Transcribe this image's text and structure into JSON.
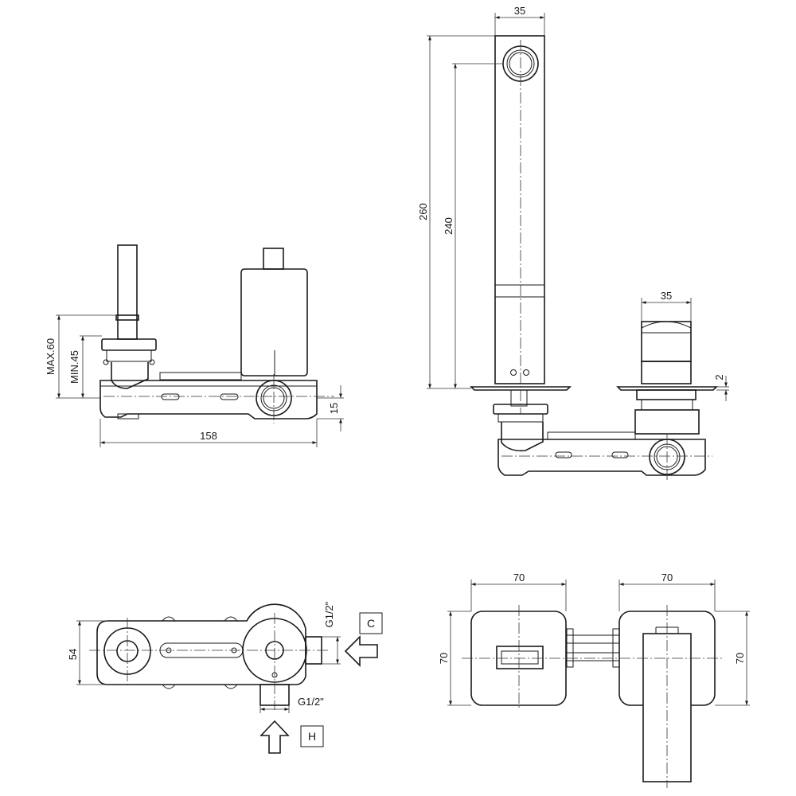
{
  "dimensions": {
    "side_length": "158",
    "side_max": "MAX.60",
    "side_min": "MIN.45",
    "side_offset": "15",
    "spout_width": "35",
    "spout_height_total": "260",
    "spout_height_outlet": "240",
    "handle_width": "35",
    "handle_gap": "2",
    "plan_depth": "54",
    "thread_top": "G1/2\"",
    "thread_bottom": "G1/2\"",
    "plate_width_left": "70",
    "plate_width_right": "70",
    "plate_height_left": "70",
    "plate_height_right": "70"
  },
  "labels": {
    "cold": "C",
    "hot": "H"
  }
}
